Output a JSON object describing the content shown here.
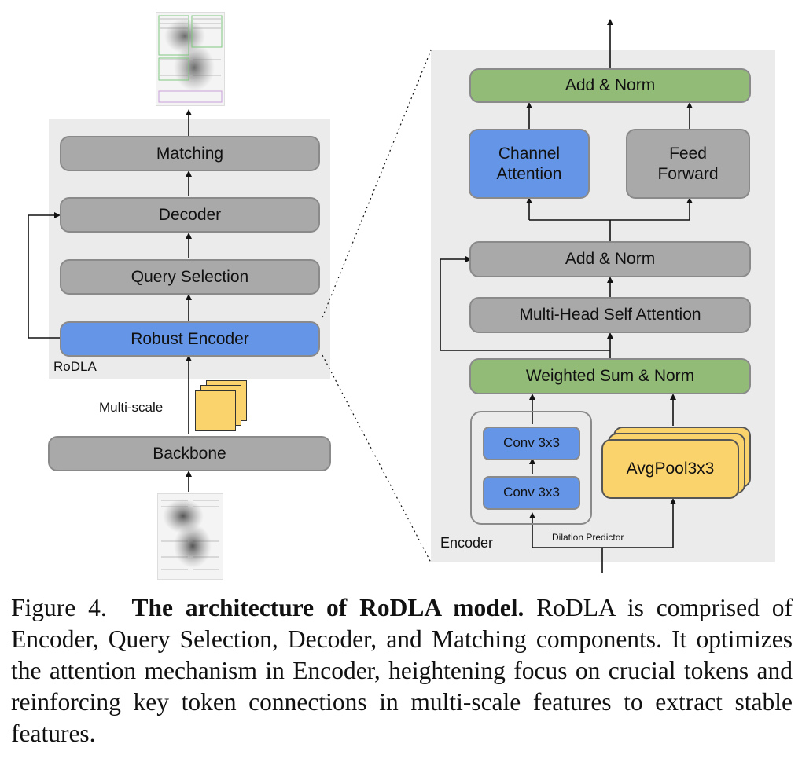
{
  "left_diagram": {
    "panel_label": "RoDLA",
    "matching": "Matching",
    "decoder": "Decoder",
    "query_selection": "Query Selection",
    "robust_encoder": "Robust Encoder",
    "multi_scale": "Multi-scale",
    "backbone": "Backbone"
  },
  "right_diagram": {
    "panel_label": "Encoder",
    "add_norm_top": "Add & Norm",
    "channel_attention_line1": "Channel",
    "channel_attention_line2": "Attention",
    "feed_forward_line1": "Feed",
    "feed_forward_line2": "Forward",
    "add_norm_mid": "Add & Norm",
    "mhsa": "Multi-Head Self Attention",
    "weighted_sum_norm": "Weighted Sum & Norm",
    "conv_top": "Conv 3x3",
    "conv_bottom": "Conv 3x3",
    "avgpool": "AvgPool3x3",
    "dilation_predictor": "Dilation Predictor"
  },
  "caption": {
    "figure_label": "Figure 4.",
    "title": "The architecture of RoDLA model.",
    "body": "RoDLA is comprised of Encoder, Query Selection, Decoder, and Matching components. It optimizes the attention mechanism in Encoder, heightening focus on crucial tokens and reinforcing key token connections in multi-scale features to extract stable features."
  },
  "colors": {
    "gray_block": "#a9a9a9",
    "blue_block": "#6495e6",
    "green_block": "#92bb78",
    "yellow_block": "#fbd36c",
    "panel_bg": "#ebebeb"
  }
}
